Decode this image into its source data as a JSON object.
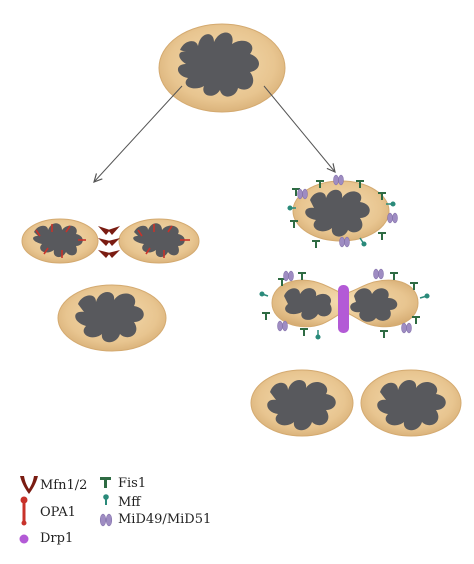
{
  "legend": {
    "items": [
      {
        "key": "mfn",
        "label": "Mfn1/2",
        "color": "#7a1c12",
        "icon": "mfn-v-icon"
      },
      {
        "key": "opa",
        "label": "OPA1",
        "color": "#c8322a",
        "icon": "opa-stick-icon"
      },
      {
        "key": "drp",
        "label": "Drp1",
        "color": "#b35ad6",
        "icon": "drp-dot-icon"
      },
      {
        "key": "fis",
        "label": "Fis1",
        "color": "#2e6b43",
        "icon": "fis-t-icon"
      },
      {
        "key": "mff",
        "label": "Mff",
        "color": "#2a8a7a",
        "icon": "mff-pin-icon"
      },
      {
        "key": "mid",
        "label": "MiD49/MiD51",
        "color": "#9e8cc2",
        "icon": "mid-pair-icon"
      }
    ]
  },
  "colors": {
    "outer_membrane": "#e9c996",
    "outer_edge": "#d9b27c",
    "matrix": "#5a5a5e",
    "arrow": "#555555"
  }
}
